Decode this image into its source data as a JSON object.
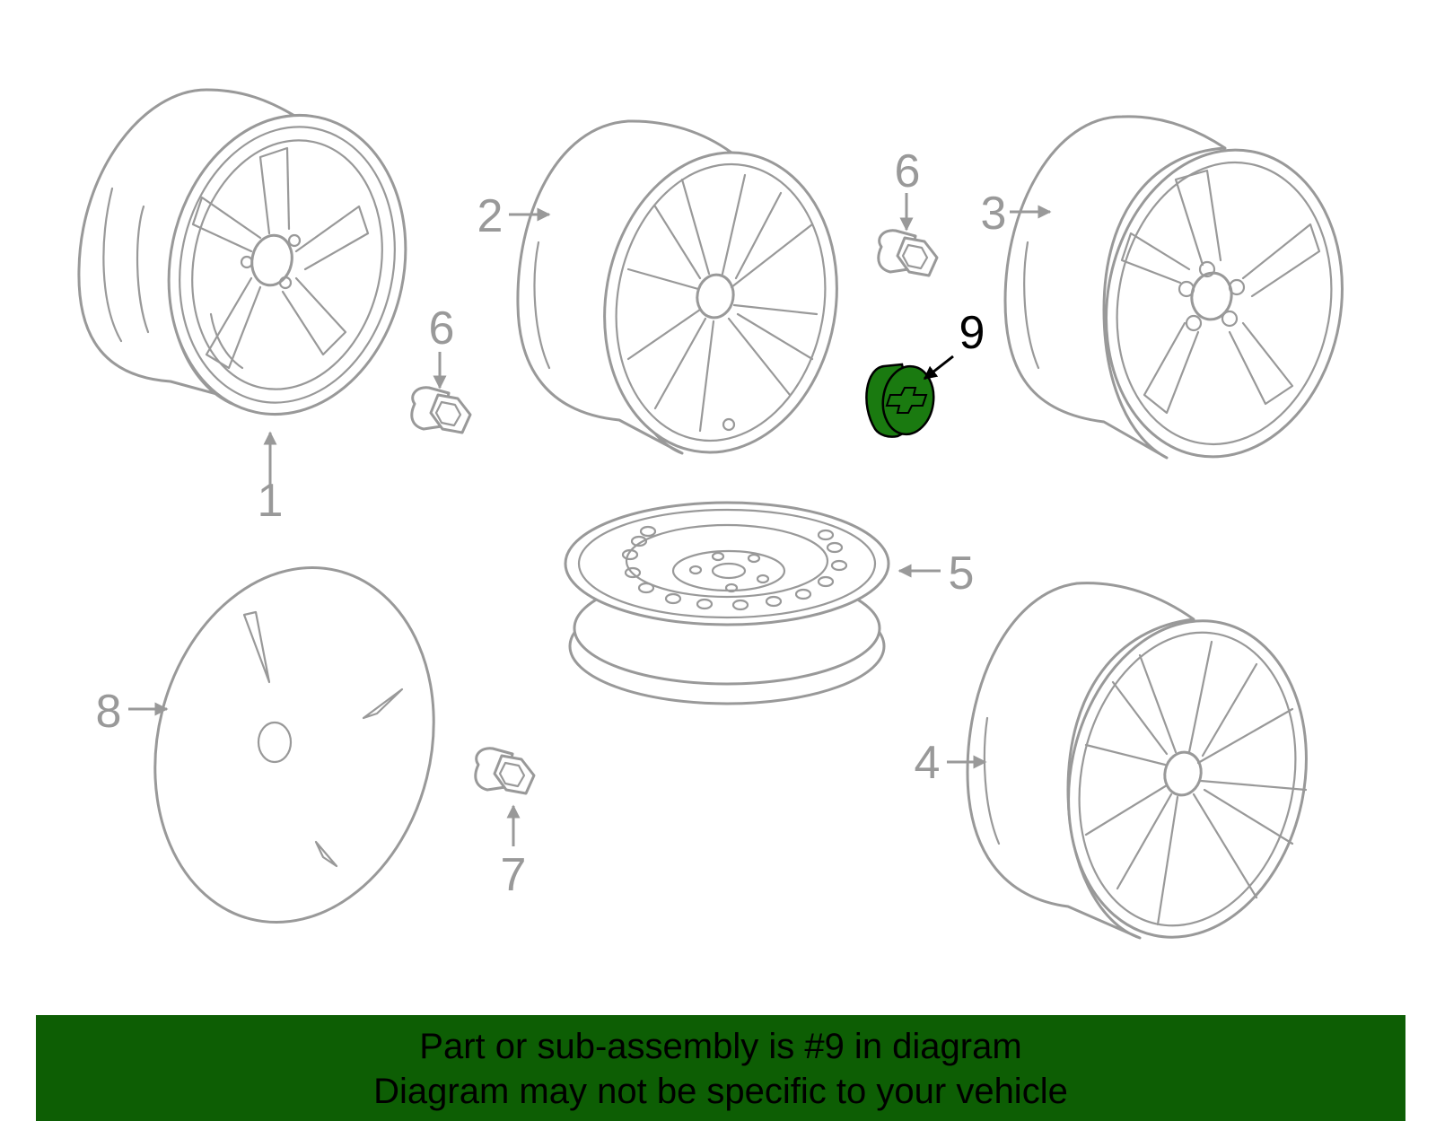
{
  "diagram": {
    "highlight_color": "#1a7a10",
    "part_stroke_color": "#999999",
    "callouts": [
      {
        "id": "c1",
        "label": "1"
      },
      {
        "id": "c2",
        "label": "2"
      },
      {
        "id": "c3",
        "label": "3"
      },
      {
        "id": "c4",
        "label": "4"
      },
      {
        "id": "c5",
        "label": "5"
      },
      {
        "id": "c6a",
        "label": "6"
      },
      {
        "id": "c6b",
        "label": "6"
      },
      {
        "id": "c7",
        "label": "7"
      },
      {
        "id": "c8",
        "label": "8"
      },
      {
        "id": "c9",
        "label": "9",
        "highlighted": true
      }
    ],
    "parts": [
      {
        "callout": "1",
        "kind": "wheel",
        "icon": "alloy-wheel-5-spoke-icon"
      },
      {
        "callout": "2",
        "kind": "wheel",
        "icon": "alloy-wheel-multi-spoke-icon"
      },
      {
        "callout": "3",
        "kind": "wheel",
        "icon": "alloy-wheel-split-spoke-icon"
      },
      {
        "callout": "4",
        "kind": "wheel",
        "icon": "alloy-wheel-fine-spoke-icon"
      },
      {
        "callout": "5",
        "kind": "spare wheel",
        "icon": "steel-spare-wheel-icon"
      },
      {
        "callout": "6",
        "kind": "lug nut",
        "icon": "lug-nut-icon"
      },
      {
        "callout": "7",
        "kind": "lug nut",
        "icon": "lug-nut-icon"
      },
      {
        "callout": "8",
        "kind": "wheel cover",
        "icon": "wheel-cover-icon"
      },
      {
        "callout": "9",
        "kind": "center cap",
        "icon": "center-cap-icon"
      }
    ]
  },
  "banner": {
    "line1": "Part or sub-assembly is #9 in diagram",
    "line2": "Diagram may not be specific to your vehicle",
    "background": "#0d5e04"
  }
}
